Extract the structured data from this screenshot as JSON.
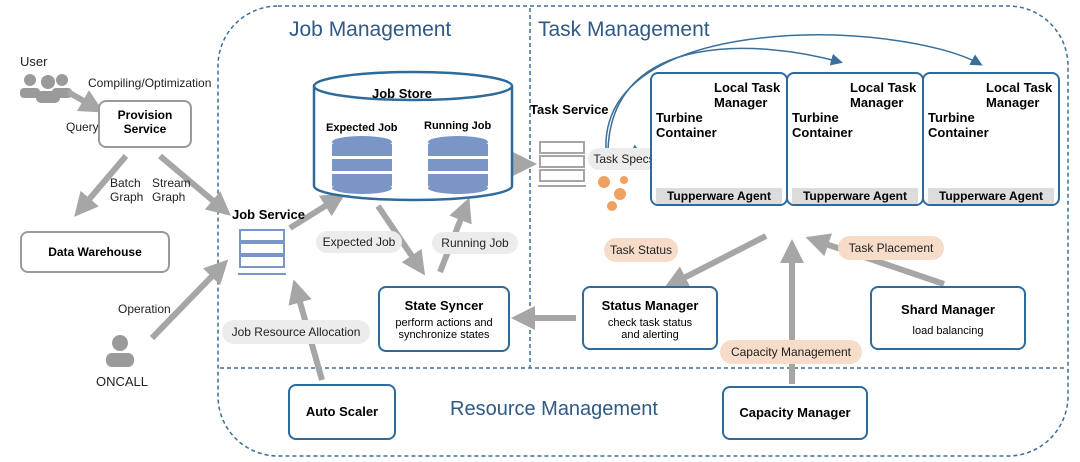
{
  "regions": {
    "job_management": "Job Management",
    "task_management": "Task Management",
    "resource_management": "Resource Management"
  },
  "left": {
    "user": "User",
    "compiling": "Compiling/Optimization",
    "query": "Query",
    "provision_service": [
      "Provision",
      "Service"
    ],
    "batch_graph": [
      "Batch",
      "Graph"
    ],
    "stream_graph": [
      "Stream",
      "Graph"
    ],
    "data_warehouse": "Data Warehouse",
    "operation": "Operation",
    "oncall": "ONCALL"
  },
  "job": {
    "job_store": "Job Store",
    "expected_job": "Expected Job",
    "running_job": "Running Job",
    "job_service": "Job Service",
    "expected_job_pill": "Expected Job",
    "running_job_pill": "Running Job",
    "job_resource_allocation": "Job Resource Allocation",
    "state_syncer": "State Syncer",
    "state_syncer_desc": [
      "perform actions and",
      "synchronize states"
    ],
    "auto_scaler": "Auto Scaler"
  },
  "task": {
    "task_service": "Task Service",
    "task_specs": "Task Specs",
    "containers": [
      {
        "local": [
          "Local Task",
          "Manager"
        ],
        "turbine": [
          "Turbine",
          "Container"
        ],
        "agent": "Tupperware Agent"
      },
      {
        "local": [
          "Local Task",
          "Manager"
        ],
        "turbine": [
          "Turbine",
          "Container"
        ],
        "agent": "Tupperware Agent"
      },
      {
        "local": [
          "Local Task",
          "Manager"
        ],
        "turbine": [
          "Turbine",
          "Container"
        ],
        "agent": "Tupperware Agent"
      }
    ],
    "task_status": "Task Status",
    "task_placement": "Task Placement",
    "status_manager": "Status Manager",
    "status_manager_desc": [
      "check task status",
      "and alerting"
    ],
    "shard_manager": "Shard Manager",
    "shard_manager_desc": "load  balancing",
    "capacity_management": "Capacity Management",
    "capacity_manager": "Capacity Manager"
  },
  "colors": {
    "region_border": "#3a6f9a",
    "box_border": "#2f6b9a",
    "pill_orange": "#f6dcc9",
    "db_fill": "#7a96c6"
  }
}
